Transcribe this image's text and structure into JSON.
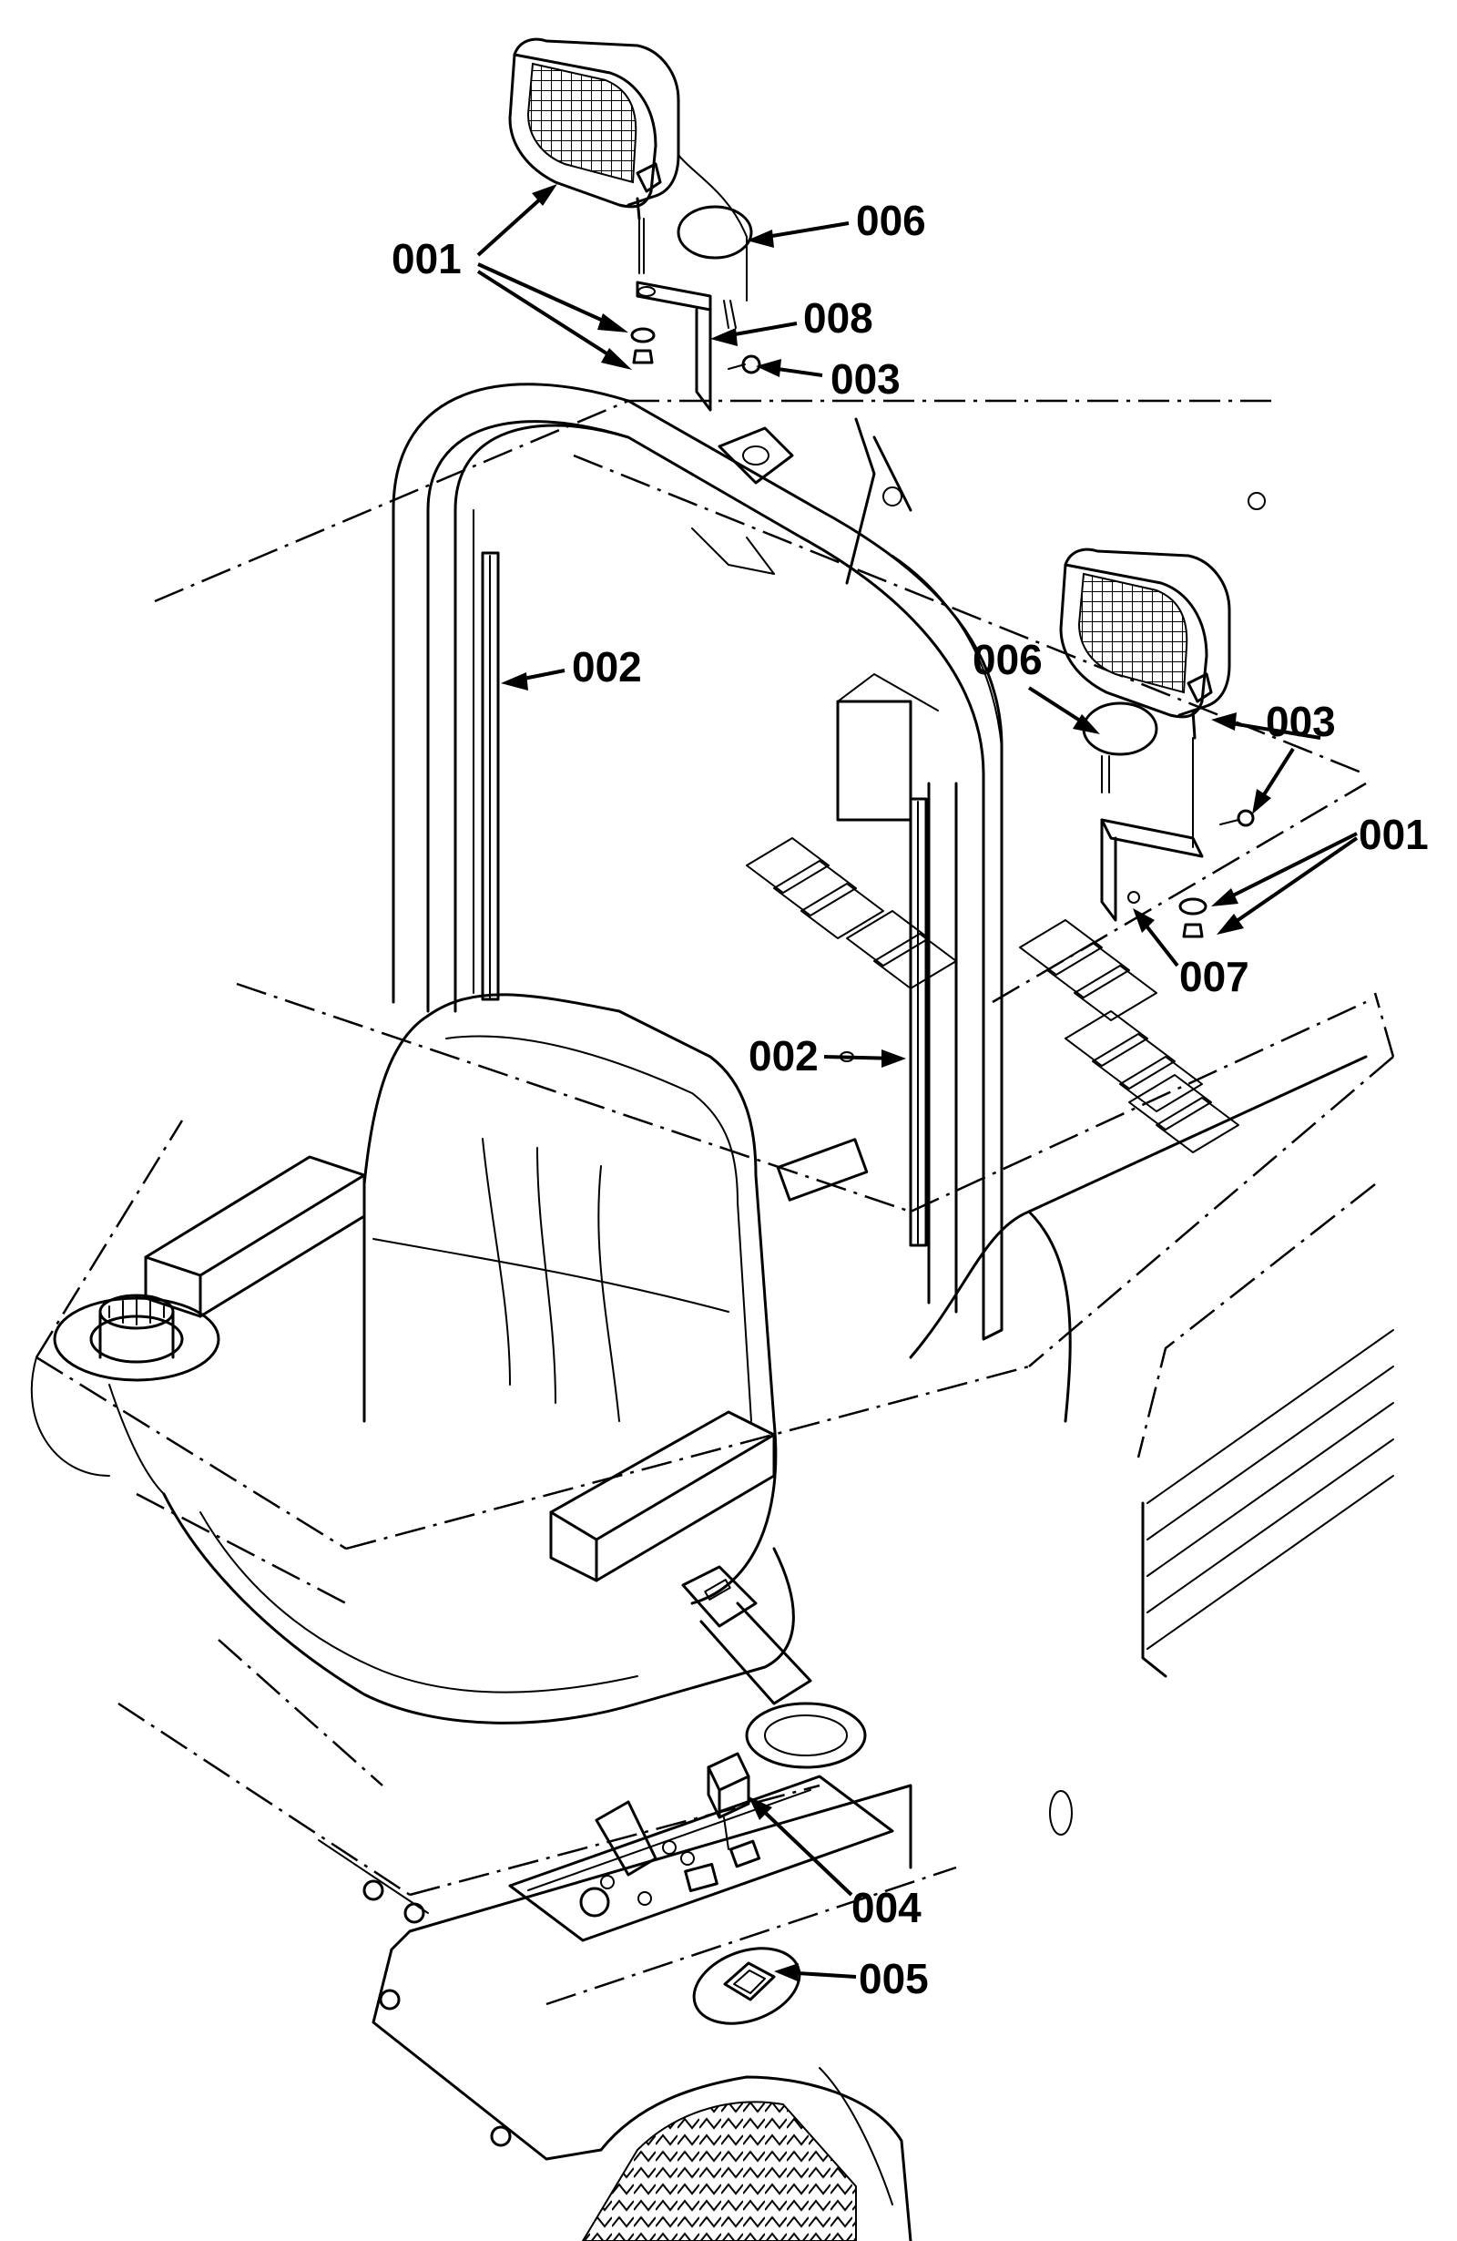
{
  "diagram": {
    "labels": [
      {
        "id": "lbl-001-top",
        "text": "001"
      },
      {
        "id": "lbl-006-top",
        "text": "006"
      },
      {
        "id": "lbl-008",
        "text": "008"
      },
      {
        "id": "lbl-003-top",
        "text": "003"
      },
      {
        "id": "lbl-002-left",
        "text": "002"
      },
      {
        "id": "lbl-006-right",
        "text": "006"
      },
      {
        "id": "lbl-003-right",
        "text": "003"
      },
      {
        "id": "lbl-001-right",
        "text": "001"
      },
      {
        "id": "lbl-007",
        "text": "007"
      },
      {
        "id": "lbl-002-center",
        "text": "002"
      },
      {
        "id": "lbl-004",
        "text": "004"
      },
      {
        "id": "lbl-005",
        "text": "005"
      }
    ]
  }
}
